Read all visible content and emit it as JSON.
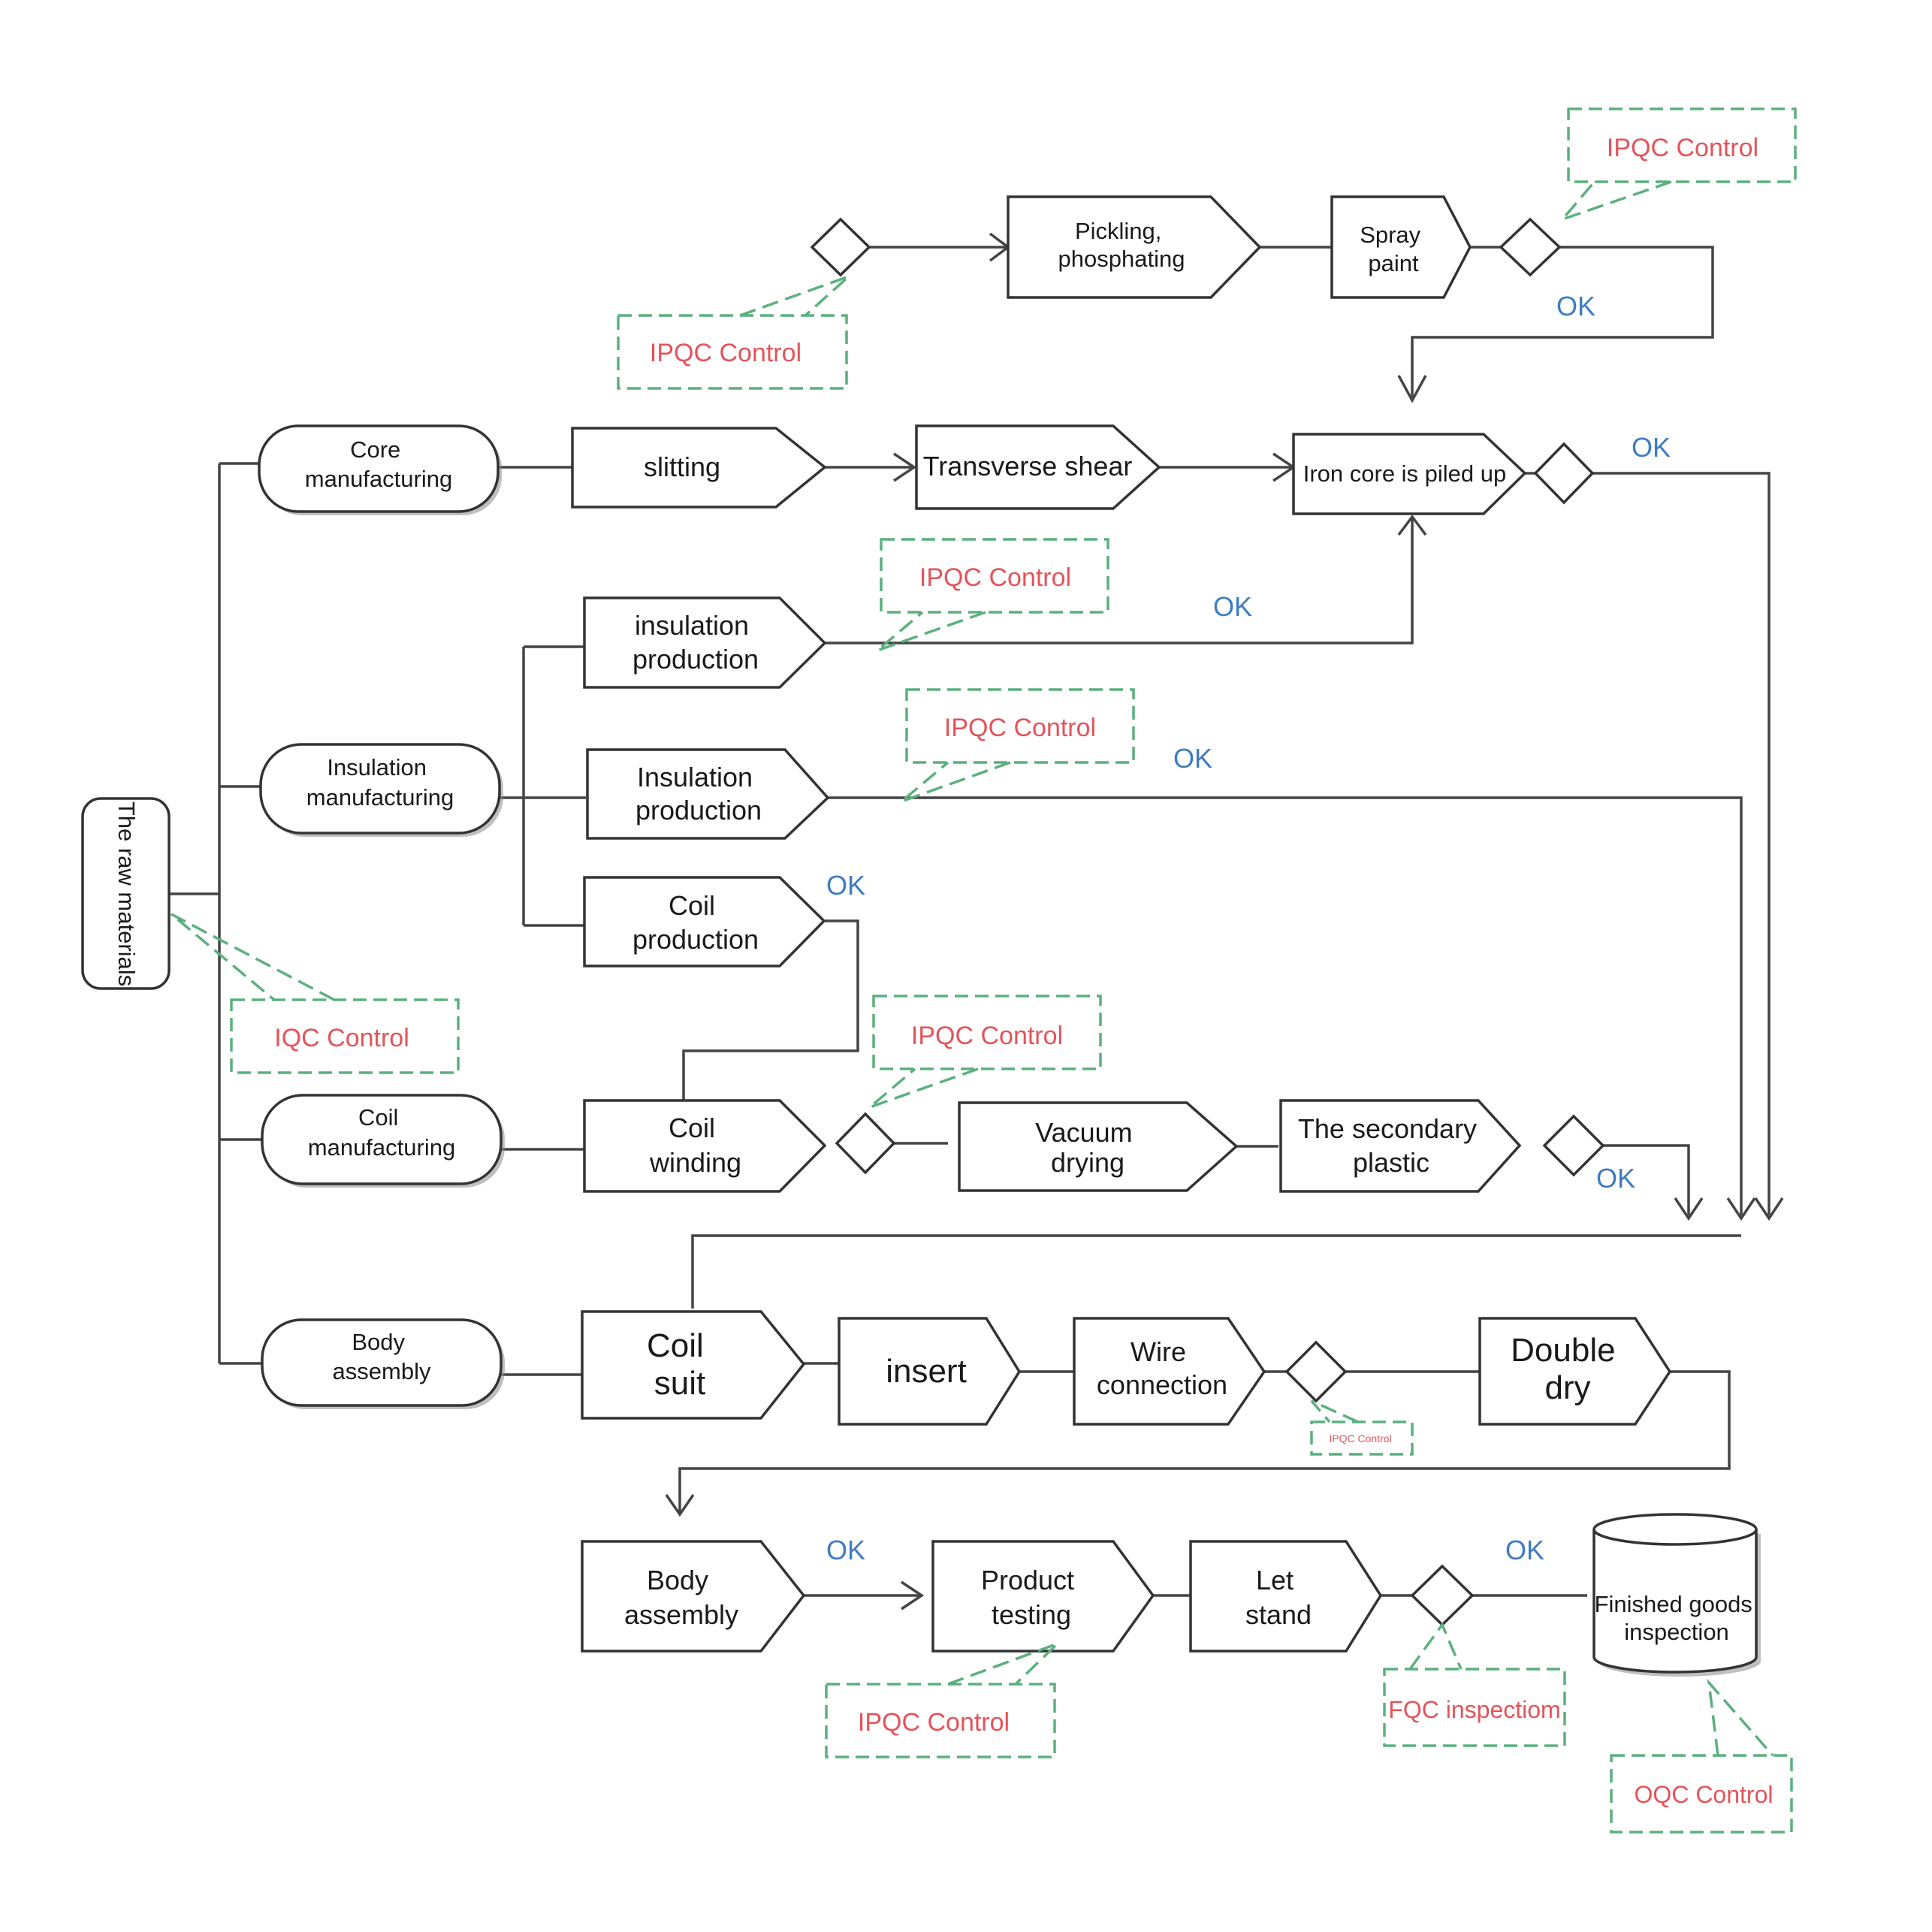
{
  "nodes": {
    "raw_materials": "The raw materials",
    "core_manufacturing": [
      "Core",
      "manufacturing"
    ],
    "insulation_manufacturing": [
      "Insulation",
      "manufacturing"
    ],
    "coil_manufacturing": [
      "Coil",
      "manufacturing"
    ],
    "body_assembly_group": [
      "Body",
      "assembly"
    ],
    "pickling_phosphating": [
      "Pickling,",
      "phosphating"
    ],
    "spray_paint": [
      "Spray",
      "paint"
    ],
    "slitting": "slitting",
    "transverse_shear": "Transverse shear",
    "iron_core_piled_up": "Iron core is piled up",
    "insulation_production_1": [
      "insulation",
      "production"
    ],
    "insulation_production_2": [
      "Insulation",
      "production"
    ],
    "coil_production": [
      "Coil",
      "production"
    ],
    "coil_winding": [
      "Coil",
      "winding"
    ],
    "vacuum_drying": [
      "Vacuum",
      "drying"
    ],
    "secondary_plastic": [
      "The secondary",
      "plastic"
    ],
    "coil_suit": [
      "Coil",
      "suit"
    ],
    "insert": "insert",
    "wire_connection": [
      "Wire",
      "connection"
    ],
    "double_dry": [
      "Double",
      "dry"
    ],
    "body_assembly": [
      "Body",
      "assembly"
    ],
    "product_testing": [
      "Product",
      "testing"
    ],
    "let_stand": [
      "Let",
      "stand"
    ],
    "finished_goods_inspection": [
      "Finished goods",
      "inspection"
    ]
  },
  "controls": {
    "ipqc_top_right": "IPQC Control",
    "ipqc_top_left": "IPQC Control",
    "ipqc_insulation_1": "IPQC Control",
    "ipqc_insulation_2": "IPQC Control",
    "ipqc_coil_winding": "IPQC Control",
    "iqc": "IQC Control",
    "ipqc_small": "IPQC Control",
    "ipqc_product_testing": "IPQC Control",
    "fqc": "FQC inspectiom",
    "oqc": "OQC Control"
  },
  "ok_labels": {
    "spray_ok": "OK",
    "iron_core_ok": "OK",
    "insulation_1_ok": "OK",
    "insulation_2_ok": "OK",
    "coil_production_ok": "OK",
    "secondary_plastic_ok": "OK",
    "body_assembly_ok": "OK",
    "let_stand_ok": "OK"
  },
  "colors": {
    "control_text": "#e3545a",
    "control_border": "#5cb07e",
    "ok_text": "#3f7cc0",
    "line": "#444444"
  }
}
